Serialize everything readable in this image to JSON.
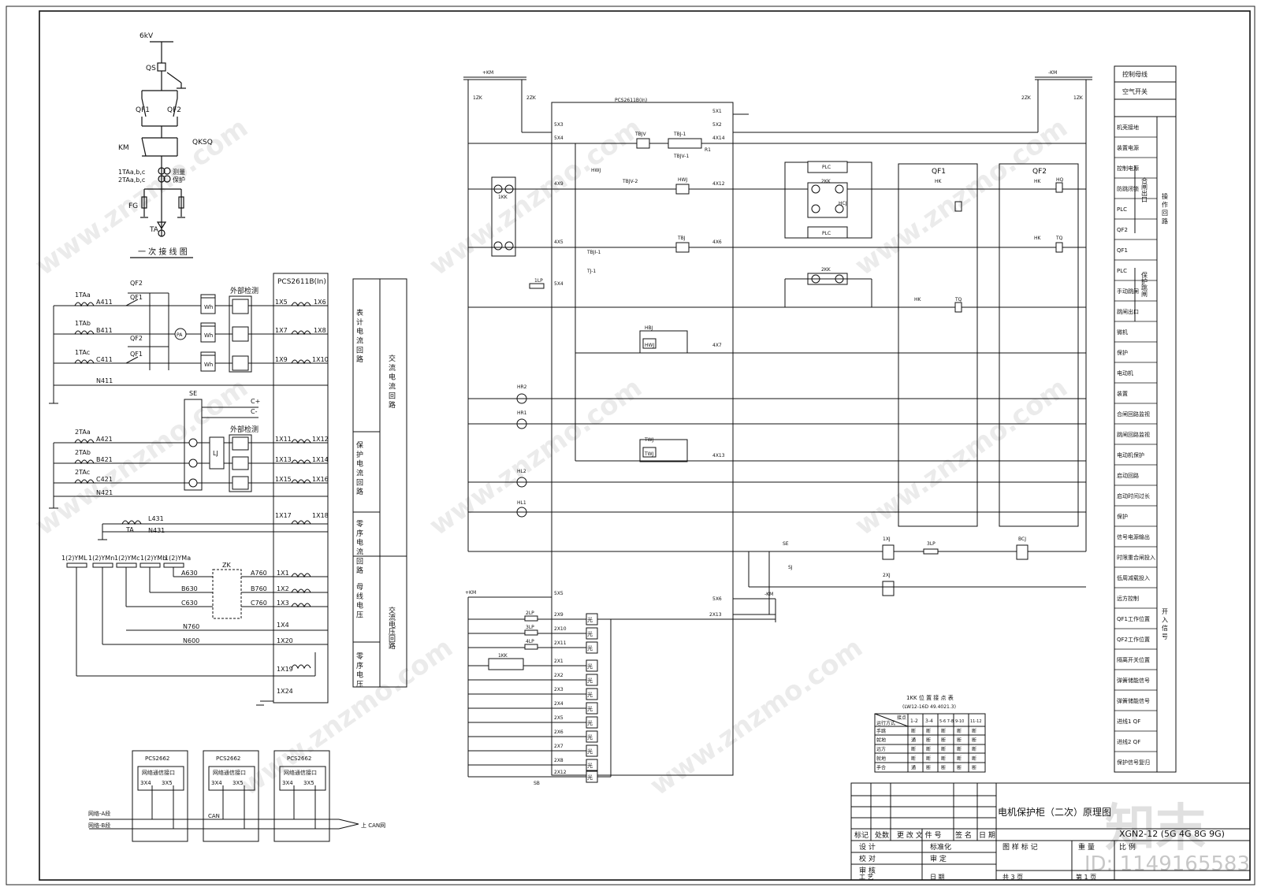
{
  "primary": {
    "title": "一 次 接 线 图",
    "voltage": "6kV",
    "labels": [
      "QS",
      "QF1",
      "QF2",
      "KM",
      "QKSQ",
      "1TAa,b,c",
      "2TAa,b,c",
      "测量",
      "保护",
      "FG",
      "TA"
    ]
  },
  "ac_current": {
    "device": "PCS2611B(In)",
    "external_label": "外部检测",
    "rows": [
      {
        "ct": "1TAa",
        "wire": "A411",
        "t1": "1X5",
        "t2": "1X6"
      },
      {
        "ct": "1TAb",
        "wire": "B411",
        "t1": "1X7",
        "t2": "1X8"
      },
      {
        "ct": "1TAc",
        "wire": "C411",
        "t1": "1X9",
        "t2": "1X10"
      }
    ],
    "neutral": "N411",
    "meter_label": "Wh",
    "pa_label": "PA",
    "qf_labels": [
      "QF2",
      "QF1",
      "QF2",
      "QF1"
    ],
    "prot_rows": [
      {
        "ct": "2TAa",
        "wire": "A421",
        "t1": "1X11",
        "t2": "1X12"
      },
      {
        "ct": "2TAb",
        "wire": "B421",
        "t1": "1X13",
        "t2": "1X14"
      },
      {
        "ct": "2TAc",
        "wire": "C421",
        "t1": "1X15",
        "t2": "1X16"
      }
    ],
    "prot_neutral": "N421",
    "se": "SE",
    "cplus": "C+",
    "cminus": "C-",
    "lj": "LJ",
    "zero_ct": "TA",
    "zero_wires": [
      "L431",
      "N431"
    ],
    "zero_terms": [
      "1X17",
      "1X18"
    ]
  },
  "legend_left": {
    "groups": [
      {
        "a": "表 计 电 流 回 路"
      },
      {
        "a": "保 护 电 流 回 路"
      },
      {
        "a": "零 序 电 流 回 路"
      },
      {
        "a": "母 线 电 压"
      },
      {
        "a": "零 序 电 压"
      }
    ],
    "right": [
      "交 流 电 流 回 路",
      "交流电压回路"
    ]
  },
  "voltage": {
    "bus_labels": [
      "1(2)YML",
      "1(2)YMn",
      "1(2)YMc",
      "1(2)YMb",
      "1(2)YMa"
    ],
    "zk": "ZK",
    "in_wires": [
      "A630",
      "B630",
      "C630"
    ],
    "out_wires": [
      "A760",
      "B760",
      "C760"
    ],
    "n_wires": [
      "N760",
      "N600"
    ],
    "terms": [
      "1X1",
      "1X2",
      "1X3",
      "1X4",
      "1X20",
      "1X19",
      "1X24"
    ]
  },
  "network": {
    "device": "PCS2662",
    "iface": "网络通信接口",
    "ports": [
      "3X4",
      "3X5"
    ],
    "net_a": "网络-A段",
    "net_b": "网络-B段",
    "can": "CAN",
    "can_out": "上 CAN网"
  },
  "control": {
    "bus_plus": "+KM",
    "bus_minus": "-KM",
    "breakers": [
      "1ZK",
      "2ZK",
      "2ZK",
      "1ZK"
    ],
    "device": "PCS2611B(In)",
    "terms_left": [
      "5X3",
      "5X4",
      "4X9",
      "4X5",
      "5X4"
    ],
    "terms_right": [
      "5X1",
      "5X2",
      "4X14",
      "4X12",
      "4X6",
      "4X7",
      "4X13"
    ],
    "elements": [
      "TBJV",
      "TBJ-1",
      "TBJV-1",
      "HWJ",
      "TBJV-2",
      "HWJ",
      "TBJ",
      "TBJI-1",
      "TJ-1",
      "HBJ",
      "HWJ",
      "TWJ",
      "TWJ",
      "R1",
      "1KK",
      "1LP",
      "PLC",
      "PLC",
      "2KK",
      "2KK",
      "HK",
      "HCJ",
      "HK",
      "HQ",
      "HK",
      "TQ",
      "HK",
      "TQ",
      "1XJ",
      "3LP",
      "BCJ",
      "2XJ",
      "SE",
      "SJ"
    ],
    "lamps": [
      "HR2",
      "HR1",
      "HL2",
      "HL1"
    ],
    "qf_boxes": [
      "QF1",
      "QF2"
    ]
  },
  "inputs": {
    "plus": "+KM",
    "terms_left": [
      "2X9",
      "2X10",
      "2X11",
      "2X1",
      "2X2",
      "2X3",
      "2X4",
      "2X5",
      "2X6",
      "2X7",
      "2X8",
      "2X12"
    ],
    "lp": [
      "2LP",
      "3LP",
      "4LP"
    ],
    "kk": "1KK",
    "sb": "SB",
    "term_mid": [
      "5X5",
      "5X6",
      "2X13"
    ],
    "minus": "-KM",
    "relay": "光耦"
  },
  "kk_table": {
    "title": "1KK 位 置 接 点 表",
    "subtitle": "(LW12-16D 49.4021.3)",
    "header_row": [
      "接点",
      "1-2",
      "3-4",
      "5-6 7-8",
      "9-10",
      "11-12"
    ],
    "corner": "运行方式",
    "rows": [
      [
        "手跳",
        "断",
        "断",
        "断",
        "断",
        "断"
      ],
      [
        "就地",
        "通",
        "断",
        "断",
        "断",
        "断"
      ],
      [
        "远方",
        "断",
        "断",
        "断",
        "断",
        "断"
      ],
      [
        "就地",
        "断",
        "断",
        "断",
        "断",
        "断"
      ],
      [
        "手合",
        "通",
        "断",
        "断",
        "断",
        "断"
      ]
    ]
  },
  "right_legend": {
    "top": [
      "控制母线",
      "空气开关"
    ],
    "items": [
      "机壳接地",
      "装置电源",
      "控制电源",
      "防跳闭锁",
      "PLC",
      "QF2",
      "QF1",
      "PLC",
      "手动跳闸",
      "跳闸出口",
      "微机",
      "保护",
      "电动机",
      "装置",
      "合闸回路监视",
      "跳闸回路监视",
      "电动机保护",
      "启动回路",
      "启动时间过长",
      "保护",
      "信号电源输出",
      "时限重合闸投入",
      "低周减载投入",
      "远方控制",
      "QF1工作位置",
      "QF2工作位置",
      "隔离开关位置",
      "弹簧储能信号",
      "弹簧储能信号",
      "进线1 QF",
      "进线2 QF",
      "保护信号复归"
    ],
    "side": [
      "合闸出口",
      "操 作 回 路",
      "保护跳闸",
      "开 入 信 号"
    ]
  },
  "title_block": {
    "title": "电机保护柜（二次）原理图",
    "code": "XGN2-12 (5G 4G 8G 9G)",
    "rows": [
      "标记",
      "处数",
      "更 改 文 件 号",
      "签 名",
      "日 期"
    ],
    "sign": [
      "设 计",
      "校 对",
      "审 核",
      "工 艺"
    ],
    "sign2": [
      "标准化",
      "审 定",
      "",
      "日 期"
    ],
    "meta": [
      "图 样 标 记",
      "重 量",
      "比 例"
    ],
    "pages": [
      "共 3 页",
      "第 1 页"
    ]
  },
  "watermark": {
    "text": "www.znzmo.com",
    "logo": "知末",
    "id": "ID: 1149165583"
  }
}
